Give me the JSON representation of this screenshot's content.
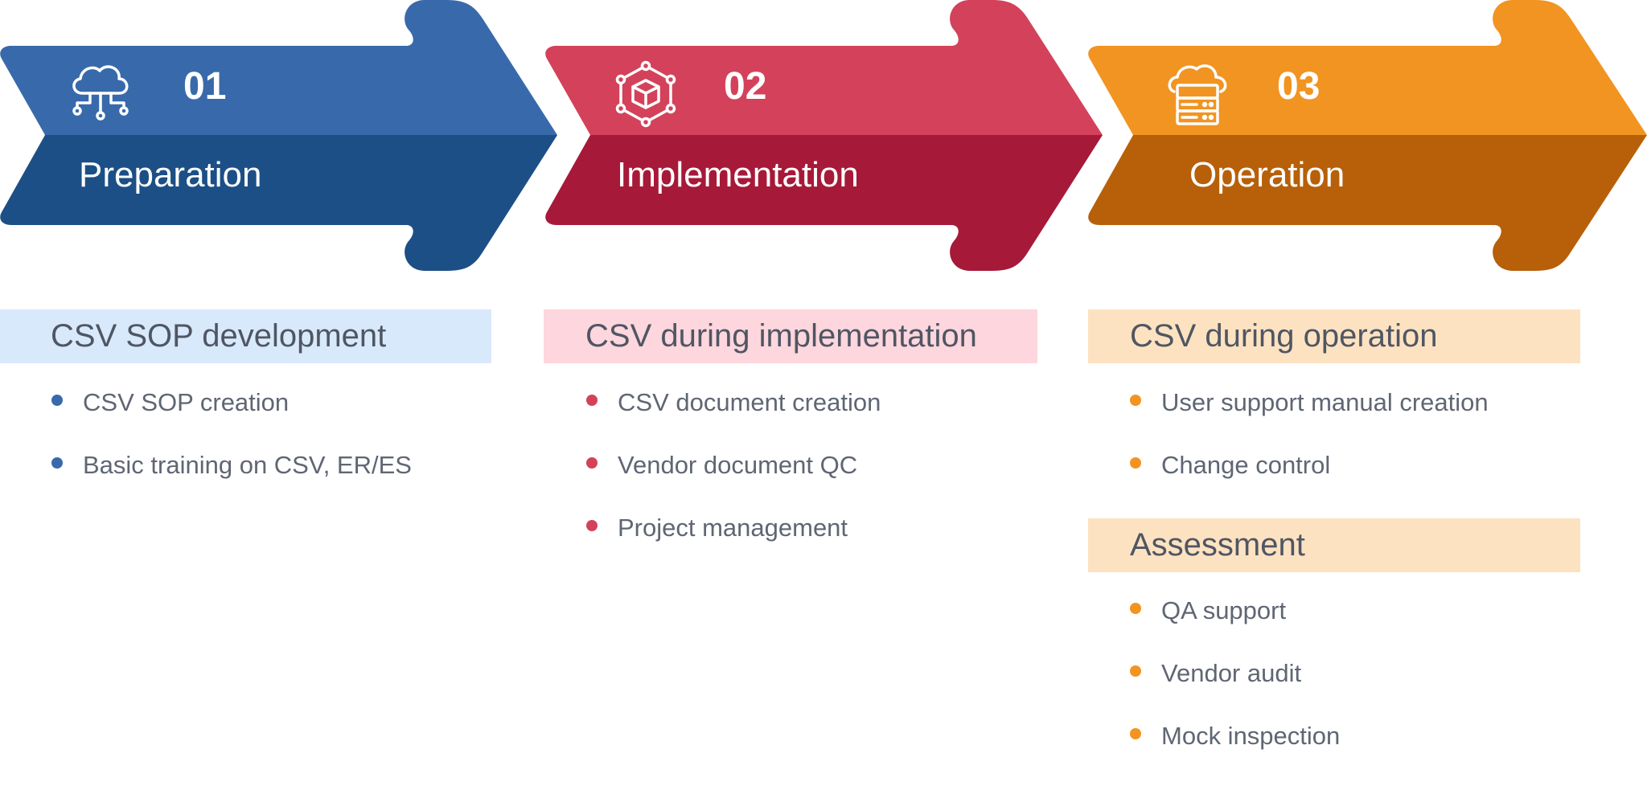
{
  "colors": {
    "preparation_top": "#386aab",
    "preparation_bottom": "#1c4f86",
    "preparation_header_bg": "#d9e9fc",
    "preparation_bullet": "#386aab",
    "implementation_top": "#d3425a",
    "implementation_bottom": "#a61939",
    "implementation_header_bg": "#fed6dd",
    "implementation_bullet": "#d3425a",
    "operation_top": "#f29421",
    "operation_bottom": "#b76009",
    "operation_header_bg": "#fde2c1",
    "operation_bullet": "#f29421"
  },
  "stages": [
    {
      "number": "01",
      "title": "Preparation",
      "icon": "cloud-network-icon"
    },
    {
      "number": "02",
      "title": "Implementation",
      "icon": "cube-network-icon"
    },
    {
      "number": "03",
      "title": "Operation",
      "icon": "cloud-server-icon"
    }
  ],
  "sections": {
    "preparation": {
      "header": "CSV SOP development",
      "items": [
        "CSV SOP creation",
        "Basic training on CSV, ER/ES"
      ]
    },
    "implementation": {
      "header": "CSV during implementation",
      "items": [
        "CSV document creation",
        "Vendor document QC",
        "Project management"
      ]
    },
    "operation": {
      "header": "CSV during operation",
      "items": [
        "User support manual creation",
        "Change control"
      ]
    },
    "assessment": {
      "header": "Assessment",
      "items": [
        "QA support",
        "Vendor audit",
        "Mock inspection"
      ]
    }
  }
}
